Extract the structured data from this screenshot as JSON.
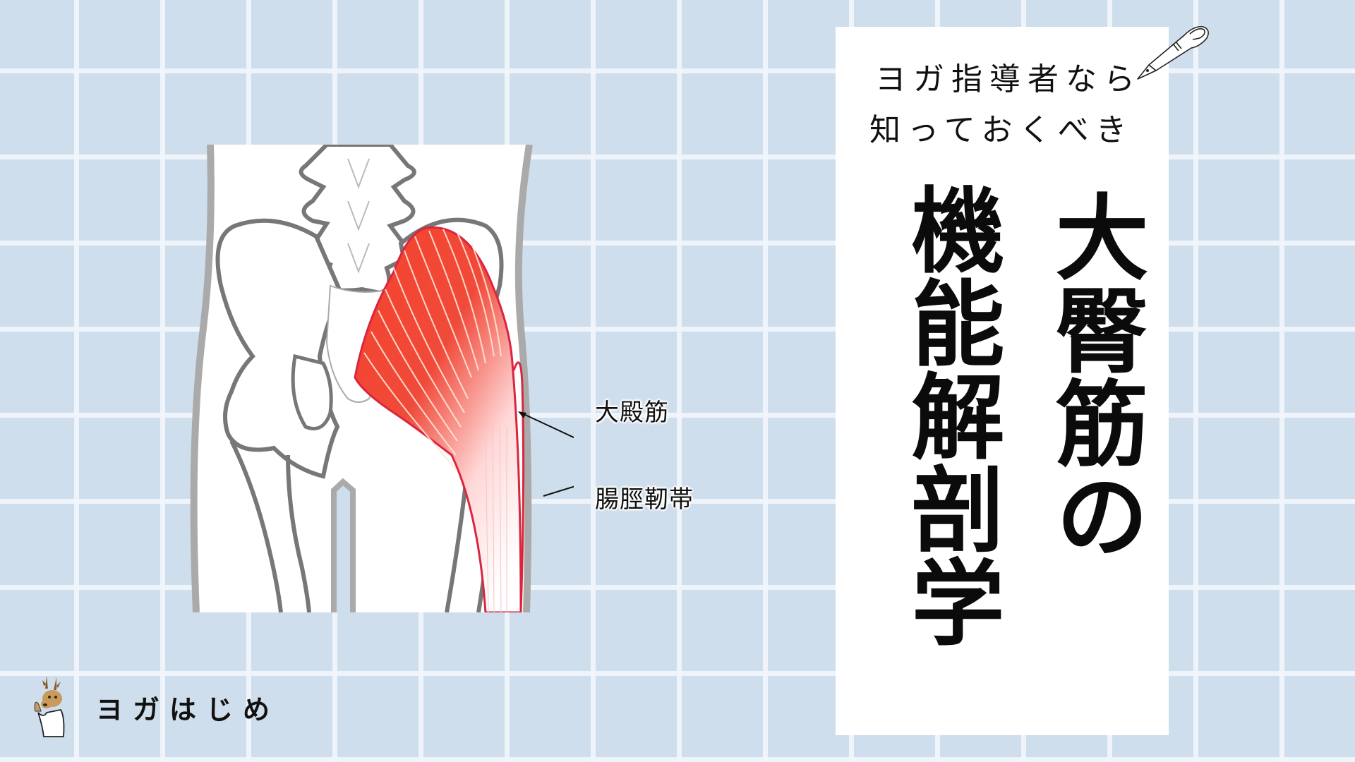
{
  "card": {
    "subtitle_line1": "ヨガ指導者なら",
    "subtitle_line2": "知っておくべき",
    "title_col1": "大臀筋の",
    "title_col2": "機能解剖学"
  },
  "illustration": {
    "description": "posterior pelvis and hip anatomy with gluteus maximus highlighted",
    "labels": [
      {
        "text": "大殿筋"
      },
      {
        "text": "腸脛靭帯"
      }
    ],
    "muscle_color": "#f0402d",
    "outline_color": "#777777"
  },
  "brand": {
    "name": "ヨガはじめ",
    "mascot": "deer-mascot"
  },
  "colors": {
    "background": "#cfdeec",
    "grid_line": "#f0f6fc",
    "card": "#ffffff",
    "accent_red": "#e8283a"
  }
}
